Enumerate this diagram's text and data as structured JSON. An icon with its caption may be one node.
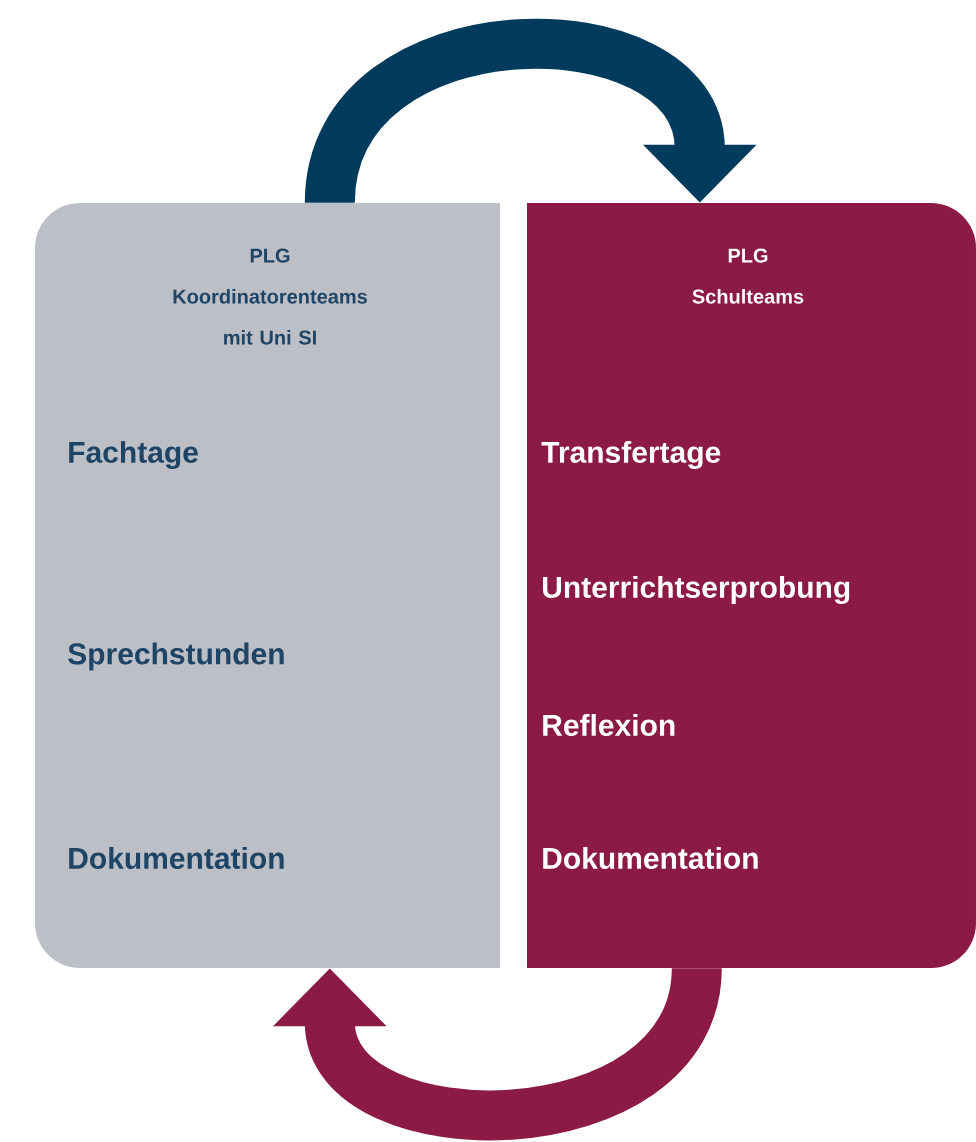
{
  "diagram": {
    "nodes": [
      {
        "text": [
          "PLG Koordinatorenteams mit Uni SI",
          "Fachtage",
          "Sprechstunden",
          "Dokumentation"
        ]
      },
      {
        "text": [
          "PLG Schulteams",
          "Transfertage",
          "Unterrichtserprobung",
          "Reflexion",
          "Dokumentation"
        ]
      }
    ],
    "edges": [
      {
        "from": 0,
        "to": 1,
        "arrow": "to",
        "color": "#003a5d"
      },
      {
        "from": 1,
        "to": 0,
        "arrow": "to",
        "color": "#8b1a45"
      }
    ]
  }
}
